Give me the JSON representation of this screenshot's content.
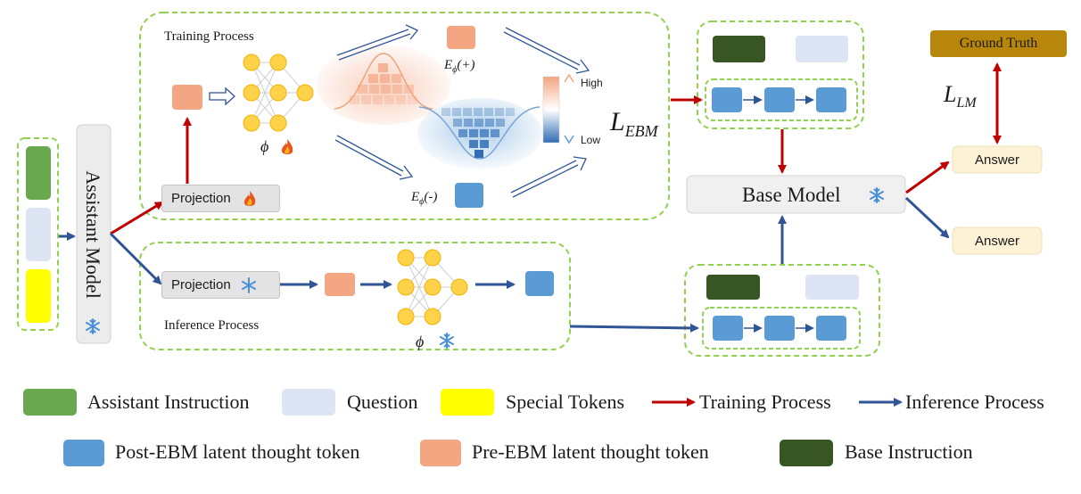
{
  "colors": {
    "assistant_instruction": "#6aa84f",
    "question": "#dde4f4",
    "special_tokens": "#ffff00",
    "post_ebm": "#5b9bd5",
    "pre_ebm": "#f4a582",
    "base_instruction": "#375623",
    "ground_truth": "#b8860b",
    "answer": "#fdf1d6",
    "training_arrow": "#c00000",
    "inference_arrow": "#2f5597",
    "dashed_border": "#92d050"
  },
  "assistant_model": {
    "label": "Assistant Model",
    "icon": "snowflake-icon"
  },
  "training": {
    "title": "Training Process",
    "projection_label": "Projection",
    "projection_icon": "fire-icon",
    "phi": "ϕ",
    "phi_icon": "fire-icon",
    "e_plus": "E",
    "e_plus_sub": "ϕ",
    "e_plus_suffix": "(+)",
    "e_minus": "E",
    "e_minus_sub": "ϕ",
    "e_minus_suffix": "(-)",
    "colorbar_high": "High",
    "colorbar_low": "Low",
    "loss_main": "L",
    "loss_sub": "EBM"
  },
  "inference": {
    "title": "Inference Process",
    "projection_label": "Projection",
    "projection_icon": "snowflake-icon",
    "phi": "ϕ",
    "phi_icon": "snowflake-icon"
  },
  "base_model": {
    "label": "Base Model",
    "icon": "snowflake-icon"
  },
  "ground_truth": "Ground Truth",
  "loss_lm_main": "L",
  "loss_lm_sub": "LM",
  "answer_top": "Answer",
  "answer_bottom": "Answer",
  "legend": {
    "assistant_instruction": "Assistant Instruction",
    "question": "Question",
    "special_tokens": "Special Tokens",
    "training_process": "Training Process",
    "inference_process": "Inference Process",
    "post_ebm": "Post-EBM latent thought token",
    "pre_ebm": "Pre-EBM latent thought token",
    "base_instruction": "Base Instruction"
  }
}
